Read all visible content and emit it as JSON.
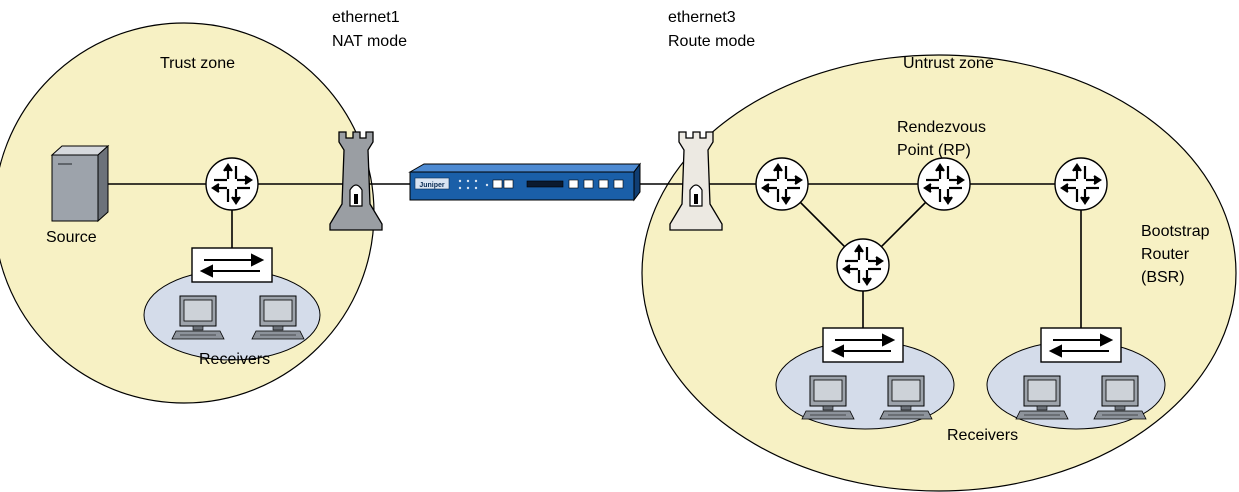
{
  "zones": {
    "trust": "Trust zone",
    "untrust": "Untrust zone"
  },
  "interfaces": {
    "ethernet1": {
      "name": "ethernet1",
      "mode": "NAT mode"
    },
    "ethernet3": {
      "name": "ethernet3",
      "mode": "Route mode"
    }
  },
  "labels": {
    "source": "Source",
    "receivers_trust": "Receivers",
    "receivers_untrust": "Receivers",
    "rp_line1": "Rendezvous",
    "rp_line2": "Point (RP)",
    "bsr_line1": "Bootstrap",
    "bsr_line2": "Router",
    "bsr_line3": "(BSR)"
  },
  "device": {
    "brand": "Juniper"
  },
  "icons": [
    "server-icon",
    "router-icon",
    "switch-icon",
    "workstation-icon",
    "firewall-tower-icon",
    "security-appliance-icon"
  ],
  "colors": {
    "zone_fill": "#f7f1c4",
    "lan_fill": "#d4dcea",
    "appliance_blue": "#1a5fa8"
  }
}
